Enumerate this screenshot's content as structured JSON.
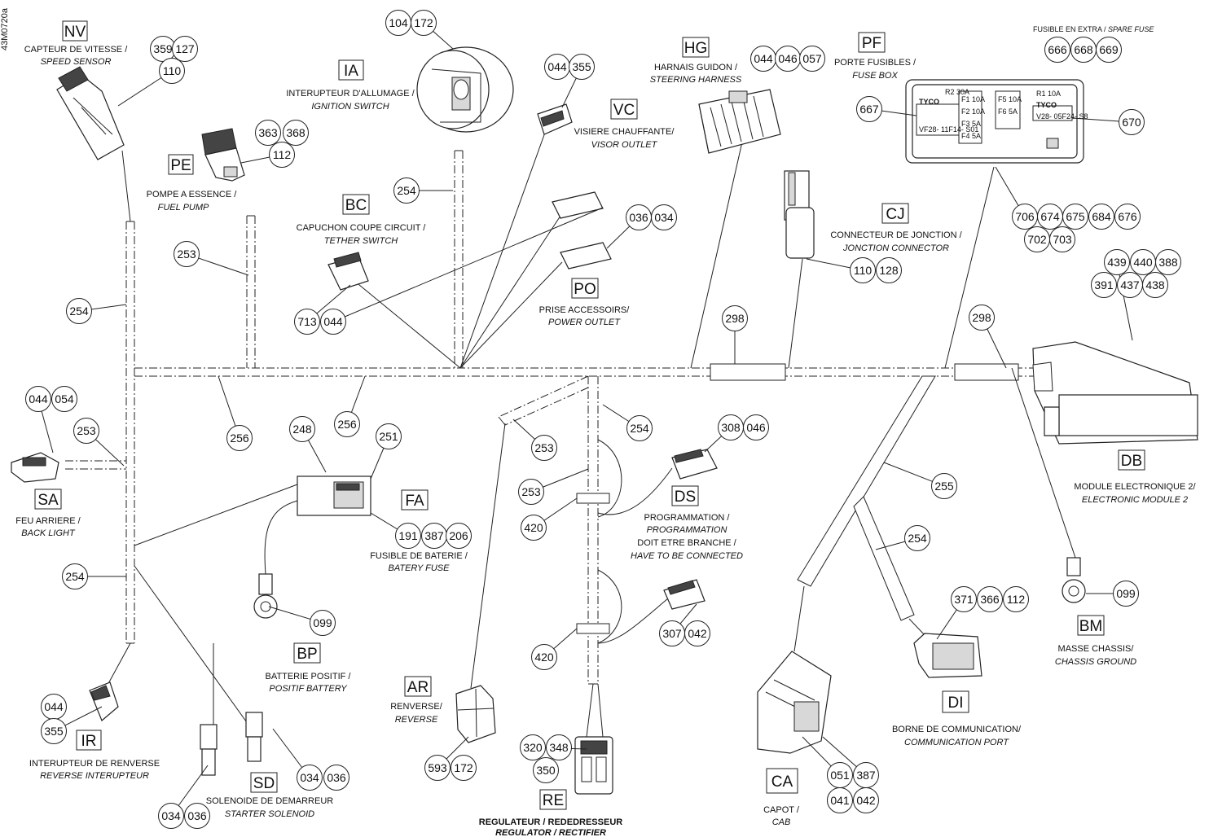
{
  "drawing_number": "43M0720a",
  "components": [
    {
      "code": "NV",
      "fr": "CAPTEUR DE VITESSE /",
      "en": "SPEED SENSOR"
    },
    {
      "code": "PE",
      "fr": "POMPE A ESSENCE /",
      "en": "FUEL PUMP"
    },
    {
      "code": "IA",
      "fr": "INTERUPTEUR D'ALLUMAGE /",
      "en": "IGNITION SWITCH"
    },
    {
      "code": "BC",
      "fr": "CAPUCHON COUPE CIRCUIT /",
      "en": "TETHER SWITCH"
    },
    {
      "code": "VC",
      "fr": "VISIERE CHAUFFANTE/",
      "en": "VISOR OUTLET"
    },
    {
      "code": "HG",
      "fr": "HARNAIS GUIDON /",
      "en": "STEERING HARNESS"
    },
    {
      "code": "PF",
      "fr": "PORTE FUSIBLES /",
      "en": "FUSE BOX"
    },
    {
      "code": "PO",
      "fr": "PRISE ACCESSOIRS/",
      "en": "POWER OUTLET"
    },
    {
      "code": "CJ",
      "fr": "CONNECTEUR DE JONCTION /",
      "en": "JONCTION CONNECTOR"
    },
    {
      "code": "SA",
      "fr": "FEU ARRIERE /",
      "en": "BACK LIGHT"
    },
    {
      "code": "FA",
      "fr": "FUSIBLE DE BATERIE /",
      "en": "BATERY FUSE"
    },
    {
      "code": "DS",
      "fr": "PROGRAMMATION /",
      "en": "PROGRAMMATION",
      "fr2": "DOIT ETRE BRANCHE /",
      "en2": "HAVE TO BE CONNECTED"
    },
    {
      "code": "DB",
      "fr": "MODULE ELECTRONIQUE 2/",
      "en": "ELECTRONIC MODULE 2"
    },
    {
      "code": "BP",
      "fr": "BATTERIE POSITIF /",
      "en": "POSITIF BATTERY"
    },
    {
      "code": "BM",
      "fr": "MASSE CHASSIS/",
      "en": "CHASSIS GROUND"
    },
    {
      "code": "AR",
      "fr": "RENVERSE/",
      "en": "REVERSE"
    },
    {
      "code": "IR",
      "fr": "INTERUPTEUR DE RENVERSE",
      "en": "REVERSE INTERUPTEUR"
    },
    {
      "code": "SD",
      "fr": "SOLENOIDE DE DEMARREUR",
      "en": "STARTER SOLENOID"
    },
    {
      "code": "RE",
      "fr": "REGULATEUR / REDEDRESSEUR",
      "en": "REGULATOR / RECTIFIER"
    },
    {
      "code": "CA",
      "fr": "CAPOT /",
      "en": "CAB"
    },
    {
      "code": "DI",
      "fr": "BORNE DE COMMUNICATION/",
      "en": "COMMUNICATION PORT"
    }
  ],
  "spare_fuse": {
    "fr": "FUSIBLE EN EXTRA /",
    "en": "SPARE FUSE"
  },
  "fuse_box_text": {
    "brand": "TYCO",
    "top": "R2 30A",
    "r1": "R1 10A",
    "left_part": "VF28- 11F14- S01",
    "right_part": "V28- 05F24- S8"
  },
  "fuses": [
    "F1 10A",
    "F2 10A",
    "F3 5A",
    "F4 5A",
    "F5 10A",
    "F6 5A"
  ],
  "callouts": [
    "359",
    "127",
    "110",
    "363",
    "368",
    "112",
    "104",
    "172",
    "044",
    "355",
    "044",
    "046",
    "057",
    "666",
    "668",
    "669",
    "667",
    "670",
    "254",
    "253",
    "254",
    "713",
    "044",
    "036",
    "034",
    "110",
    "128",
    "706",
    "674",
    "675",
    "684",
    "676",
    "702",
    "703",
    "439",
    "440",
    "388",
    "391",
    "437",
    "438",
    "298",
    "298",
    "044",
    "054",
    "253",
    "256",
    "256",
    "248",
    "251",
    "191",
    "387",
    "206",
    "099",
    "254",
    "253",
    "420",
    "253",
    "254",
    "308",
    "046",
    "420",
    "307",
    "042",
    "255",
    "254",
    "371",
    "366",
    "112",
    "099",
    "044",
    "355",
    "034",
    "036",
    "034",
    "036",
    "593",
    "172",
    "320",
    "348",
    "350",
    "051",
    "387",
    "041",
    "042"
  ]
}
